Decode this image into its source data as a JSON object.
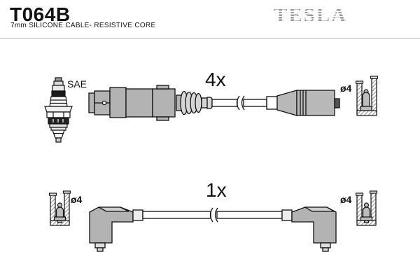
{
  "header": {
    "part_number": "T064B",
    "subtitle": "7mm SILICONE CABLE- RESISTIVE CORE",
    "brand_logo": "TESLA",
    "brand_color": "#9b9b9b"
  },
  "diagram": {
    "spark_plug": {
      "terminal_label": "SAE"
    },
    "set_straight": {
      "quantity": "4x",
      "terminal_diameter": "ø4"
    },
    "set_angled": {
      "quantity": "1x",
      "terminal_diameter_left": "ø4",
      "terminal_diameter_right": "ø4"
    },
    "colors": {
      "boot_fill": "#b3b3b3",
      "bellows_fill": "#d6d6d6",
      "cylinder_fill": "#b8b8b8",
      "bullet_fill": "#bdbdbd",
      "outline": "#111111"
    }
  }
}
